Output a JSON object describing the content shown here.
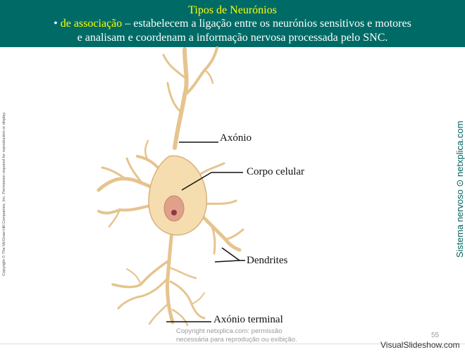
{
  "header": {
    "title": "Tipos de Neurónios",
    "bullet": "•",
    "highlight": "de associação",
    "line1_rest": " – estabelecem a ligação entre os neurónios sensitivos e motores",
    "line2": "e analisam e coordenam a informação nervosa processada pelo SNC."
  },
  "copyright_vertical": "Copyright © The McGraw-Hill Companies, Inc. Permission required for reproduction or display.",
  "side_caption": "Sistema nervoso ⊙ netxplica.com",
  "labels": {
    "axon": "Axónio",
    "cell_body": "Corpo celular",
    "dendrites": "Dendrites",
    "axon_terminal": "Axónio terminal"
  },
  "watermark": {
    "line1": "Copyright netxplica.com: permissão",
    "line2": "necessária para reprodução ou exibição."
  },
  "slide_number": "55",
  "site_mark": "VisualSlideshow.com",
  "colors": {
    "header_bg": "#006b66",
    "highlight": "#ffff00",
    "neuron_fill": "#f5ddb0",
    "neuron_stroke": "#d9b27a",
    "nucleus": "#e0a08a"
  }
}
